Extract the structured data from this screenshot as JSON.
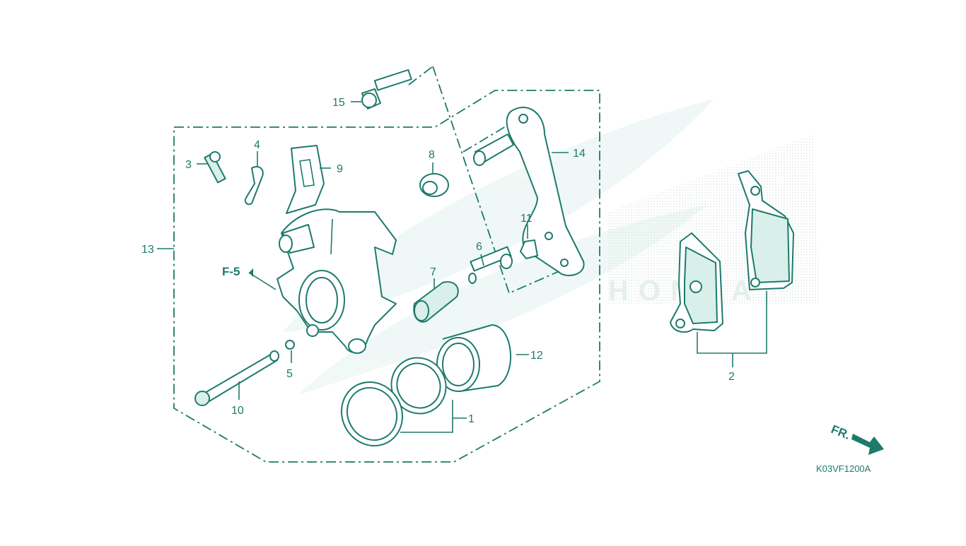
{
  "diagram": {
    "callouts": {
      "c1": "1",
      "c2": "2",
      "c3": "3",
      "c4": "4",
      "c5": "5",
      "c6": "6",
      "c7": "7",
      "c8": "8",
      "c9": "9",
      "c10": "10",
      "c11": "11",
      "c12": "12",
      "c13": "13",
      "c14": "14",
      "c15": "15"
    },
    "ref_label": "F-5",
    "direction_label": "FR.",
    "diagram_code": "K03VF1200A",
    "watermark_text": "HONDA"
  },
  "colors": {
    "line": "#1d7a6c",
    "watermark": "#d6efe8",
    "background": "#ffffff"
  }
}
